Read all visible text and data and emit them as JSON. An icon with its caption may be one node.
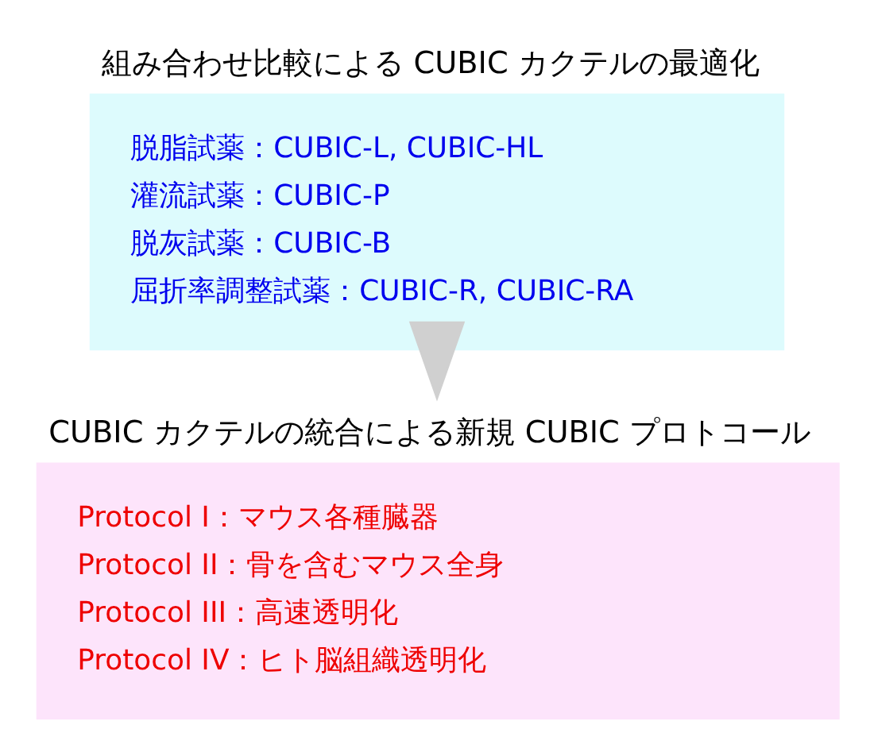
{
  "diagram": {
    "nodes": [
      {
        "text": [
          "組み合わせ比較による CUBIC カクテルの最適化",
          "脱脂試薬：CUBIC-L, CUBIC-HL",
          "灌流試薬：CUBIC-P",
          "脱灰試薬：CUBIC-B",
          "屈折率調整試薬：CUBIC-R, CUBIC-RA"
        ]
      },
      {
        "text": [
          "CUBIC カクテルの統合による新規 CUBIC プロトコール",
          "Protocol I：マウス各種臓器",
          "Protocol II：骨を含むマウス全身",
          "Protocol III：高速透明化",
          "Protocol IV：ヒト脳組織透明化"
        ]
      }
    ],
    "edges": [
      {
        "from": 0,
        "to": 1,
        "arrow": "to"
      }
    ]
  }
}
